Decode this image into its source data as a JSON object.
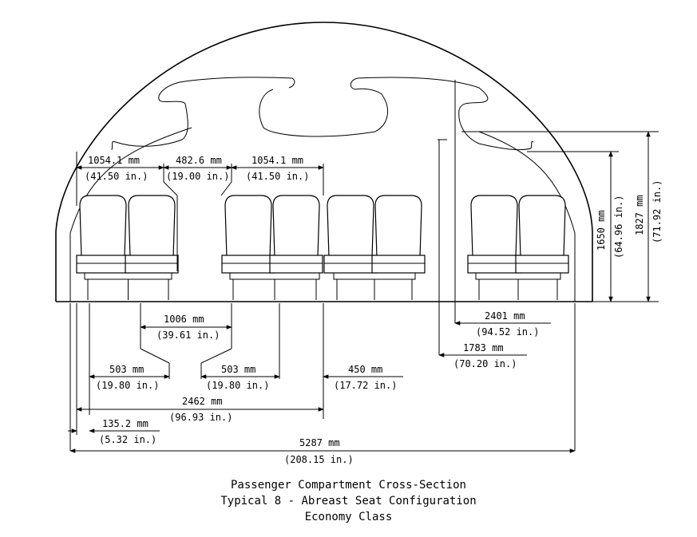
{
  "dimensions": {
    "aisle_width_left_seat_mm": "1054.1 mm",
    "aisle_width_left_seat_in": "(41.50 in.)",
    "aisle_mm": "482.6 mm",
    "aisle_in": "(19.00 in.)",
    "center_block_mm": "1054.1 mm",
    "center_block_in": "(41.50 in.)",
    "d1006_mm": "1006 mm",
    "d1006_in": "(39.61 in.)",
    "d503a_mm": "503 mm",
    "d503a_in": "(19.80 in.)",
    "d503b_mm": "503 mm",
    "d503b_in": "(19.80 in.)",
    "d450_mm": "450 mm",
    "d450_in": "(17.72 in.)",
    "d2462_mm": "2462 mm",
    "d2462_in": "(96.93 in.)",
    "d135_mm": "135.2 mm",
    "d135_in": "(5.32 in.)",
    "d5287_mm": "5287 mm",
    "d5287_in": "(208.15 in.)",
    "d2401_mm": "2401 mm",
    "d2401_in": "(94.52 in.)",
    "d1783_mm": "1783 mm",
    "d1783_in": "(70.20 in.)",
    "d1650_mm": "1650 mm",
    "d1650_in": "(64.96 in.)",
    "d1827_mm": "1827 mm",
    "d1827_in": "(71.92 in.)"
  },
  "caption": {
    "line1": "Passenger Compartment Cross-Section",
    "line2": "Typical 8 - Abreast Seat Configuration",
    "line3": "Economy Class"
  }
}
